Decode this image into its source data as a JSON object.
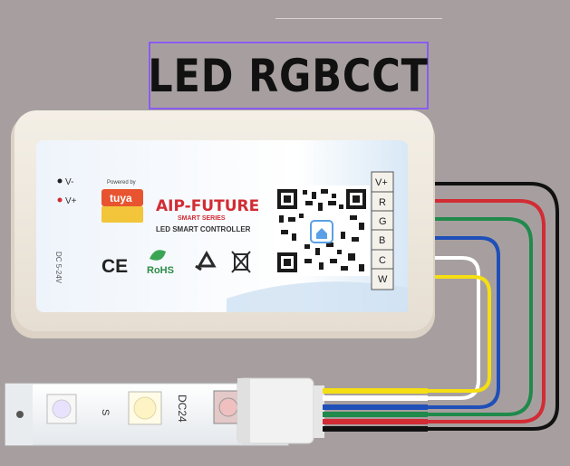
{
  "title": "LED RGBCCT",
  "controller": {
    "brand": "AIP-FUTURE",
    "series": "SMART SERIES",
    "product": "LED SMART CONTROLLER",
    "powered_by": "Powered by",
    "tuya_logo": "tuya",
    "v_minus_label": "V-",
    "v_plus_label": "V+",
    "dc_label": "DC 5-24V",
    "cert_marks": [
      "CE",
      "RoHS"
    ]
  },
  "terminals": [
    "V+",
    "R",
    "G",
    "B",
    "C",
    "W"
  ],
  "strip": {
    "label_s": "S",
    "label_dc": "DC24"
  },
  "colors": {
    "background": "#a79f9f",
    "title_box": "#8a5cf0",
    "wire_v_plus": "#111111",
    "wire_r": "#d22c34",
    "wire_g": "#1f8a4c",
    "wire_b": "#1f4fb8",
    "wire_c": "#ffffff",
    "wire_w": "#f5df12"
  }
}
